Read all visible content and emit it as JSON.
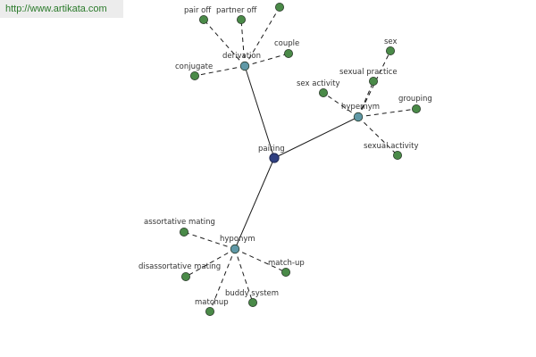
{
  "watermark": "http://www.artikata.com",
  "colors": {
    "root": "#2f3f80",
    "relation": "#5f98a6",
    "leaf": "#4a8a48",
    "node_stroke": "#2a3a2a",
    "line": "#1a1a1a"
  },
  "graph": {
    "root": {
      "id": "pairing",
      "label": "pairing"
    },
    "relations": [
      {
        "id": "derivation",
        "label": "derivation",
        "children": [
          "pair off",
          "partner off",
          "",
          "couple",
          "conjugate"
        ]
      },
      {
        "id": "hypernym",
        "label": "hypernym",
        "children": [
          "sex",
          "sexual practice",
          "sex activity",
          "grouping",
          "sexual activity"
        ]
      },
      {
        "id": "hyponym",
        "label": "hyponym",
        "children": [
          "assortative mating",
          "disassortative mating",
          "matchup",
          "buddy system",
          "match-up"
        ]
      }
    ]
  }
}
